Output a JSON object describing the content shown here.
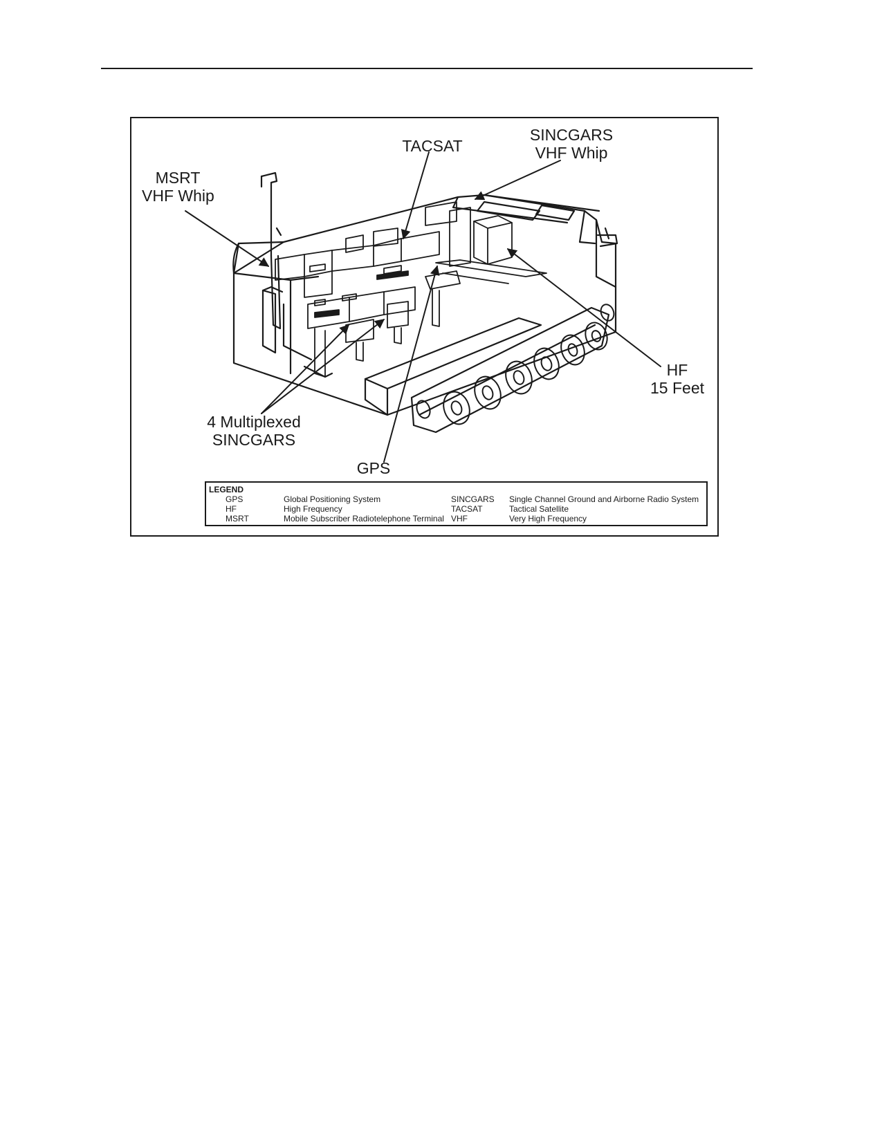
{
  "callouts": {
    "msrt": [
      "MSRT",
      "VHF Whip"
    ],
    "tacsat": "TACSAT",
    "sincgars_whip": [
      "SINCGARS",
      "VHF Whip"
    ],
    "hf": [
      "HF",
      "15 Feet"
    ],
    "multiplexed": [
      "4 Multiplexed",
      "SINCGARS"
    ],
    "gps": "GPS"
  },
  "legend": {
    "title": "LEGEND",
    "rows": [
      [
        "GPS",
        "Global Positioning System",
        "SINCGARS",
        "Single Channel Ground and Airborne Radio System"
      ],
      [
        "HF",
        "High Frequency",
        "TACSAT",
        "Tactical Satellite"
      ],
      [
        "MSRT",
        "Mobile Subscriber Radiotelephone Terminal",
        "VHF",
        "Very High Frequency"
      ]
    ]
  },
  "colors": {
    "ink": "#1a1a1a",
    "background": "#ffffff"
  }
}
